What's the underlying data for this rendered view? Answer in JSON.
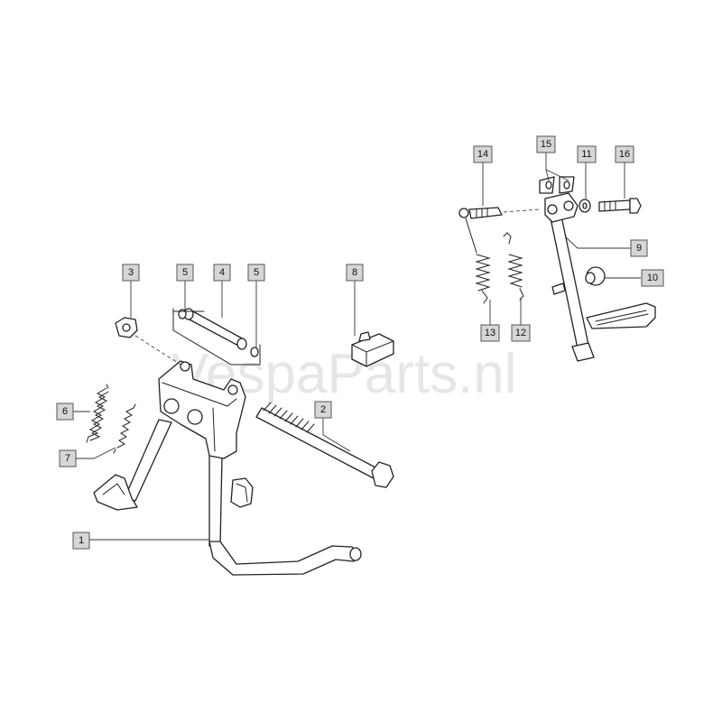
{
  "watermark": "VespaParts.nl",
  "callouts": {
    "c1": "1",
    "c2": "2",
    "c3": "3",
    "c4": "4",
    "c5a": "5",
    "c5b": "5",
    "c6": "6",
    "c7": "7",
    "c8": "8",
    "c9": "9",
    "c10": "10",
    "c11": "11",
    "c12": "12",
    "c13": "13",
    "c14": "14",
    "c15": "15",
    "c16": "16"
  }
}
